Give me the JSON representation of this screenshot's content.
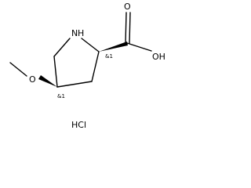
{
  "molecule": {
    "atoms": {
      "nitrogen": "N",
      "hydrogen_on_n": "H",
      "carbonyl_oxygen": "O",
      "hydroxyl": "OH",
      "ether_oxygen": "O"
    },
    "stereo_labels": {
      "c2": "&1",
      "c4": "&1"
    },
    "salt": "HCl",
    "colors": {
      "ink": "#000000",
      "background": "#ffffff"
    }
  }
}
